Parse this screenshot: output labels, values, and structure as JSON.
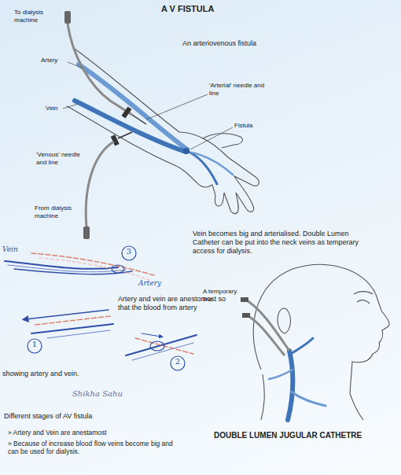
{
  "diagram": {
    "title": "A V FISTULA",
    "labels": [
      "To dialysis machine",
      "An arteriovenous fistula",
      "Artery",
      "'Arterial' needle and line",
      "Vein",
      "Fistula",
      "'Venous' needle and line",
      "From dialysis machine",
      "Vein becomes big and arterialised. Double Lumen Catheter can be put into the neck veins as temperary access for dialysis.",
      "Vein",
      "3",
      "Artery",
      "A temporary line",
      "Artery and vein are anestomost so that the blood from artery",
      "1",
      "2",
      "showing artery and vein.",
      "Shikha Sahu",
      "Different stages of AV fistula",
      "» Artery and Vein are anestamost",
      "» Because of increase blood flow veins become big and can be used for dialysis.",
      "DOUBLE LUMEN JUGULAR CATHETRE"
    ]
  }
}
